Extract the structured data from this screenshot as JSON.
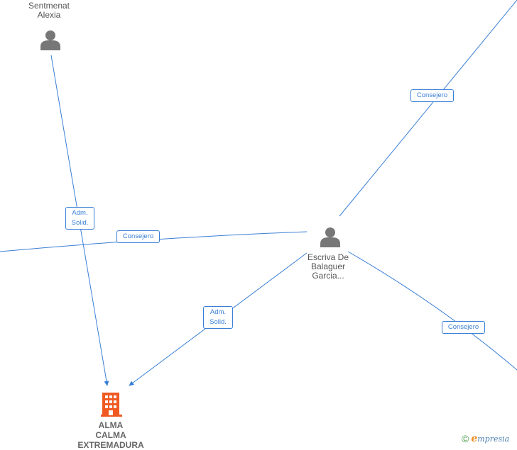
{
  "nodes": {
    "sentmenat": {
      "label_lines": [
        "Sentmenat",
        "Alexia"
      ],
      "icon": "person-icon"
    },
    "escriva": {
      "label_lines": [
        "Escriva De",
        "Balaguer",
        "Garcia..."
      ],
      "icon": "person-icon"
    },
    "alma": {
      "label_lines": [
        "ALMA",
        "CALMA",
        "EXTREMADURA"
      ],
      "icon": "building-icon",
      "icon_color": "#f05a22"
    }
  },
  "edges": [
    {
      "id": "sentmenat-alma",
      "label_lines": [
        "Adm.",
        "Solid."
      ]
    },
    {
      "id": "escriva-left",
      "label_lines": [
        "Consejero"
      ]
    },
    {
      "id": "escriva-alma",
      "label_lines": [
        "Adm.",
        "Solid."
      ]
    },
    {
      "id": "escriva-topright",
      "label_lines": [
        "Consejero"
      ]
    },
    {
      "id": "escriva-bottomright",
      "label_lines": [
        "Consejero"
      ]
    }
  ],
  "colors": {
    "edge": "#3a7fd5",
    "person": "#777777",
    "company": "#f05a22"
  },
  "brand": {
    "copyright_symbol": "©",
    "initial": "e",
    "rest": "mpresia"
  }
}
